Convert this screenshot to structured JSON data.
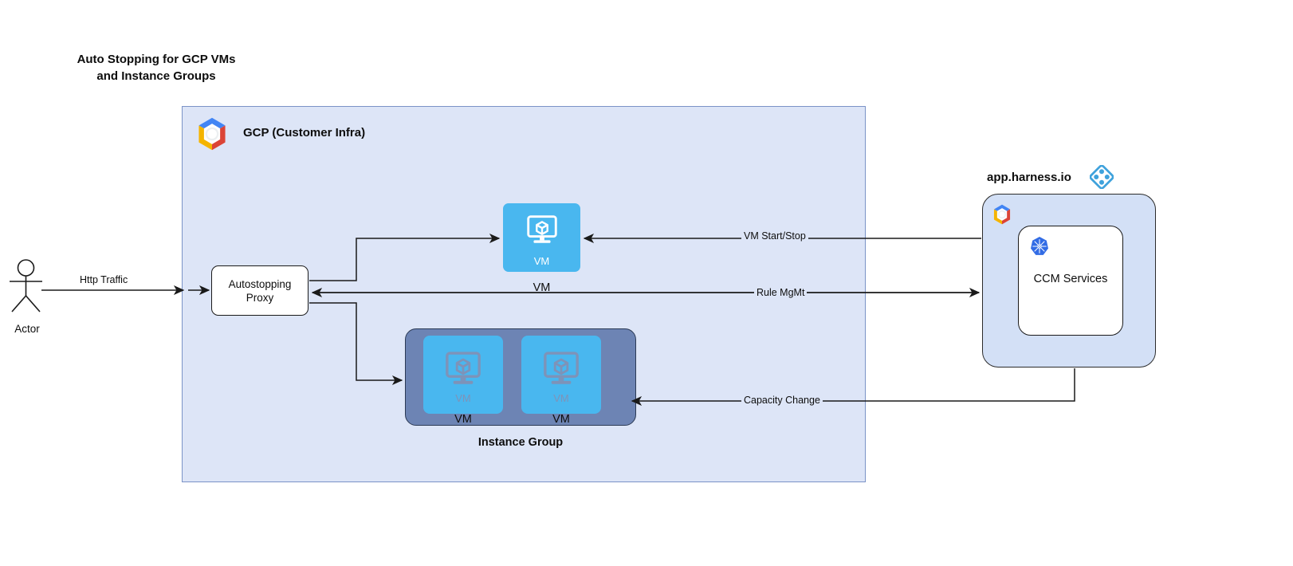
{
  "diagram": {
    "title": "Auto Stopping for GCP VMs\nand Instance Groups"
  },
  "actor": {
    "label": "Actor",
    "icon": "stick-figure-icon"
  },
  "gcp_container": {
    "label": "GCP (Customer Infra)",
    "icon": "gcp-logo-icon",
    "fill_color": "#dde5f7",
    "border_color": "#7b93c7"
  },
  "proxy": {
    "label": "Autostopping\nProxy",
    "fill_color": "#ffffff"
  },
  "vm_single": {
    "inner_label": "VM",
    "caption": "VM",
    "icon": "vm-monitor-cube-icon",
    "fill_color": "#49b7ef"
  },
  "instance_group": {
    "caption": "Instance Group",
    "fill_color": "#6d84b4",
    "vms": [
      {
        "inner_label": "VM",
        "caption": "VM",
        "icon": "vm-monitor-cube-icon"
      },
      {
        "inner_label": "VM",
        "caption": "VM",
        "icon": "vm-monitor-cube-icon"
      }
    ]
  },
  "harness": {
    "title": "app.harness.io",
    "logo_icon": "harness-diamond-icon",
    "gcp_icon": "gcp-logo-icon",
    "fill_color": "#d3e0f6",
    "ccm": {
      "label": "CCM Services",
      "icon": "kubernetes-helm-icon",
      "fill_color": "#ffffff"
    }
  },
  "edges": [
    {
      "id": "http-traffic",
      "label": "Http Traffic",
      "from": "actor",
      "to": "proxy"
    },
    {
      "id": "vm-start-stop",
      "label": "VM Start/Stop",
      "from": "harness",
      "to": "vm-single"
    },
    {
      "id": "rule-mgmt",
      "label": "Rule MgMt",
      "from": "proxy",
      "to": "harness"
    },
    {
      "id": "capacity-change",
      "label": "Capacity Change",
      "from": "harness",
      "to": "instance-group"
    },
    {
      "id": "proxy-to-vm",
      "label": "",
      "from": "proxy",
      "to": "vm-single"
    },
    {
      "id": "proxy-to-group",
      "label": "",
      "from": "proxy",
      "to": "instance-group"
    }
  ],
  "colors": {
    "vm_blue": "#49b7ef",
    "group_slate": "#6d84b4",
    "infra_fill": "#dde5f7",
    "harness_blue": "#3fa2dc",
    "line": "#1a1a1a"
  }
}
